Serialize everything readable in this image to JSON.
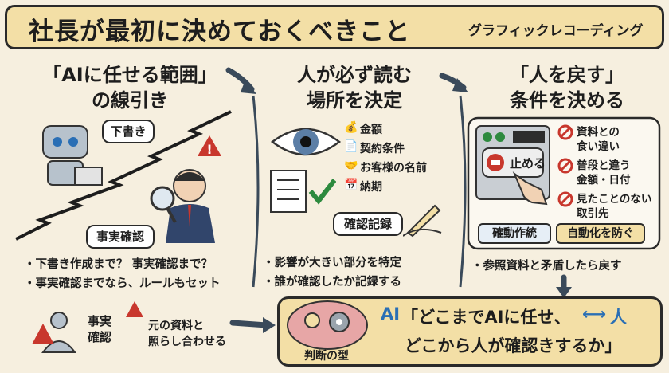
{
  "header": {
    "title": "社長が最初に決めておくべきこと",
    "subtitle": "グラフィックレコーディング"
  },
  "column1": {
    "title_line1": "「AIに任せる範囲」",
    "title_line2": "の線引き",
    "bubble_draft": "下書き",
    "bubble_factcheck": "事実確認",
    "bullets": [
      "・下書き作成まで？ 事実確認まで？",
      "・事実確認までなら、ルールもセット"
    ],
    "fact_label_line1": "事実",
    "fact_label_line2": "確認",
    "compare_line1": "元の資料と",
    "compare_line2": "照らし合わせる"
  },
  "column2": {
    "title_line1": "人が必ず読む",
    "title_line2": "場所を決定",
    "items": [
      "金額",
      "契約条件",
      "お客様の名前",
      "納期"
    ],
    "record_label": "確認記録",
    "bullets": [
      "・影響が大きい部分を特定",
      "・誰が確認したか記録する"
    ]
  },
  "column3": {
    "title_line1": "「人を戻す」",
    "title_line2": "条件を決める",
    "stop_label": "止める",
    "items": [
      "資料との 食い違い",
      "普段と違う 金額・日付",
      "見たことのない 取引先"
    ],
    "item_lines": [
      [
        "資料との",
        "食い違い"
      ],
      [
        "普段と違う",
        "金額・日付"
      ],
      [
        "見たことのない",
        "取引先"
      ]
    ],
    "label_manual": "確動作統",
    "label_auto": "自動化を防ぐ",
    "bullet": "・参照資料と矛盾したら戻す"
  },
  "bottom": {
    "brain_label": "判断の型",
    "ai_label": "AI",
    "line1": "「どこまでAIに任せ、",
    "human_label": "人",
    "line2": "どこから人が確認きするか」"
  },
  "colors": {
    "title_bg": "#f3dfa6",
    "background": "#f6efdf",
    "accent_blue": "#2a6fb5",
    "warning_red": "#c8372d",
    "stop_label_bg": "#e6eef6",
    "auto_label_bg": "#f3dfa6"
  }
}
